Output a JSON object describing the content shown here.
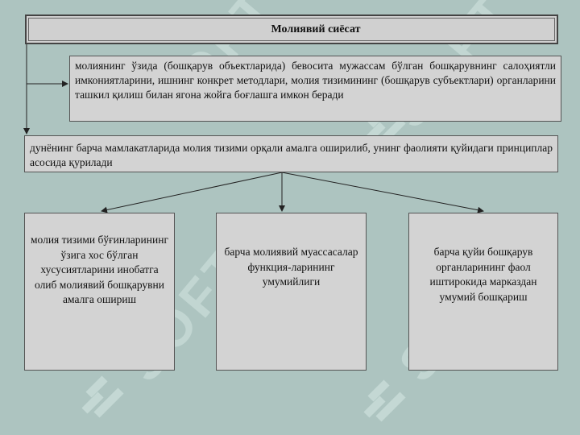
{
  "watermark": "SOFT",
  "title": "Молиявий сиёсат",
  "description": "молиянинг ўзида (бошқарув объектларида) бевосита мужассам бўлган бошқарувнинг салоҳиятли имкониятларини, ишнинг конкрет методлари,  молия тизимининг (бошқарув субъектлари) органларини ташкил қилиш билан ягона жойга боғлашга имкон беради",
  "principle": "дунёнинг барча мамлакатларида молия тизими орқали амалга оширилиб, унинг фаолияти қуйидаги принциплар асосида қурилади",
  "principles": [
    "молия тизими бўғинларининг ўзига хос бўлган хусусиятларини инобатга олиб молиявий бошқарувни амалга ошириш",
    "барча молиявий муассасалар функция-ларининг умумийлиги",
    "барча қуйи бошқарув органларининг фаол иштирокида марказдан умумий бошқариш"
  ],
  "colors": {
    "background": "#adc4c0",
    "box": "#d3d3d3",
    "watermark": "#c9ddd8"
  }
}
